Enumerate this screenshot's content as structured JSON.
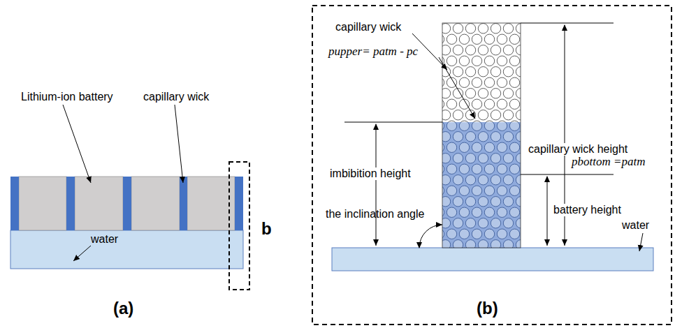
{
  "diagram": {
    "labels": [
      "Lithium-ion battery",
      "capillary wick",
      "water",
      "(a)",
      "b",
      "capillary wick",
      "pupper= patm - pc",
      "capillary wick height",
      "imbibition height",
      "pbottom =patm",
      "battery height",
      "the inclination angle",
      "water",
      "(b)"
    ]
  }
}
